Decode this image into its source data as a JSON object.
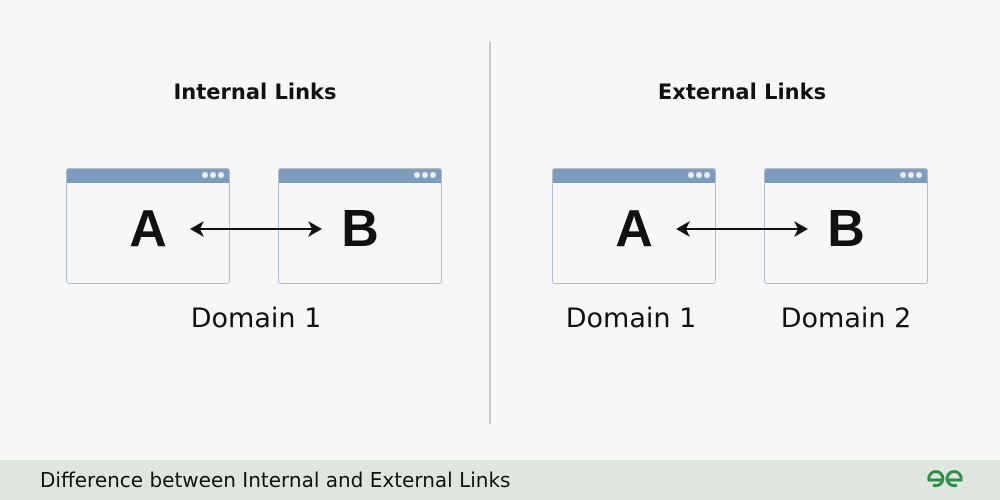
{
  "left": {
    "title": "Internal Links",
    "box_a": "A",
    "box_b": "B",
    "domain_label": "Domain 1"
  },
  "right": {
    "title": "External Links",
    "box_a": "A",
    "box_b": "B",
    "domain_a_label": "Domain 1",
    "domain_b_label": "Domain 2"
  },
  "footer": {
    "caption": "Difference between Internal and External Links",
    "logo": "gfg-logo-icon"
  },
  "colors": {
    "window_bar": "#7c9cc0",
    "window_border": "#b4bcc6",
    "footer_bg": "#dfe6e0",
    "logo_green": "#2f8d46",
    "background": "#f7f7f7"
  }
}
